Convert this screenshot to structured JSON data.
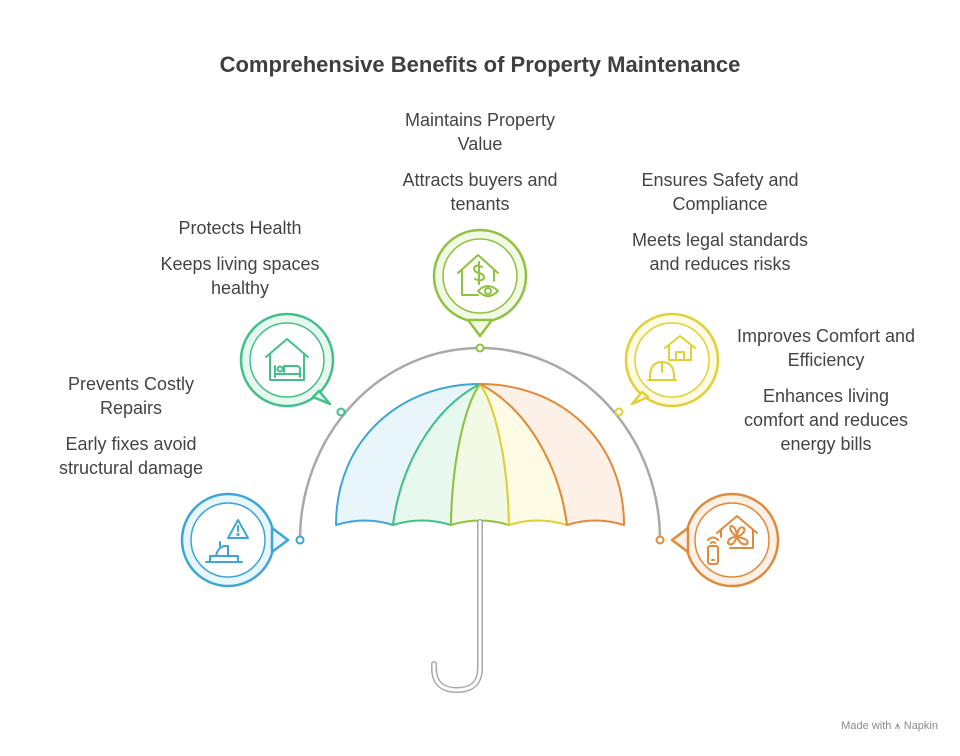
{
  "title": "Comprehensive Benefits of Property Maintenance",
  "items": [
    {
      "heading": "Prevents Costly Repairs",
      "description": "Early fixes avoid structural damage",
      "icon": "warning-repair-icon",
      "color": "#3ea6d4",
      "fill": "#e8f6fb"
    },
    {
      "heading": "Protects Health",
      "description": "Keeps living spaces healthy",
      "icon": "home-bed-icon",
      "color": "#41c08a",
      "fill": "#e7f8ef"
    },
    {
      "heading": "Maintains Property Value",
      "description": "Attracts buyers and tenants",
      "icon": "house-dollar-eye-icon",
      "color": "#8fc23f",
      "fill": "#f2f9e4"
    },
    {
      "heading": "Ensures Safety and Compliance",
      "description": "Meets legal standards and reduces risks",
      "icon": "house-hardhat-icon",
      "color": "#e2cf34",
      "fill": "#fdfbe3"
    },
    {
      "heading": "Improves Comfort and Efficiency",
      "description": "Enhances living comfort and reduces energy bills",
      "icon": "house-fan-phone-icon",
      "color": "#e08a3c",
      "fill": "#fdf0e6"
    }
  ],
  "footer": {
    "made_with": "Made with",
    "brand": "Napkin"
  }
}
